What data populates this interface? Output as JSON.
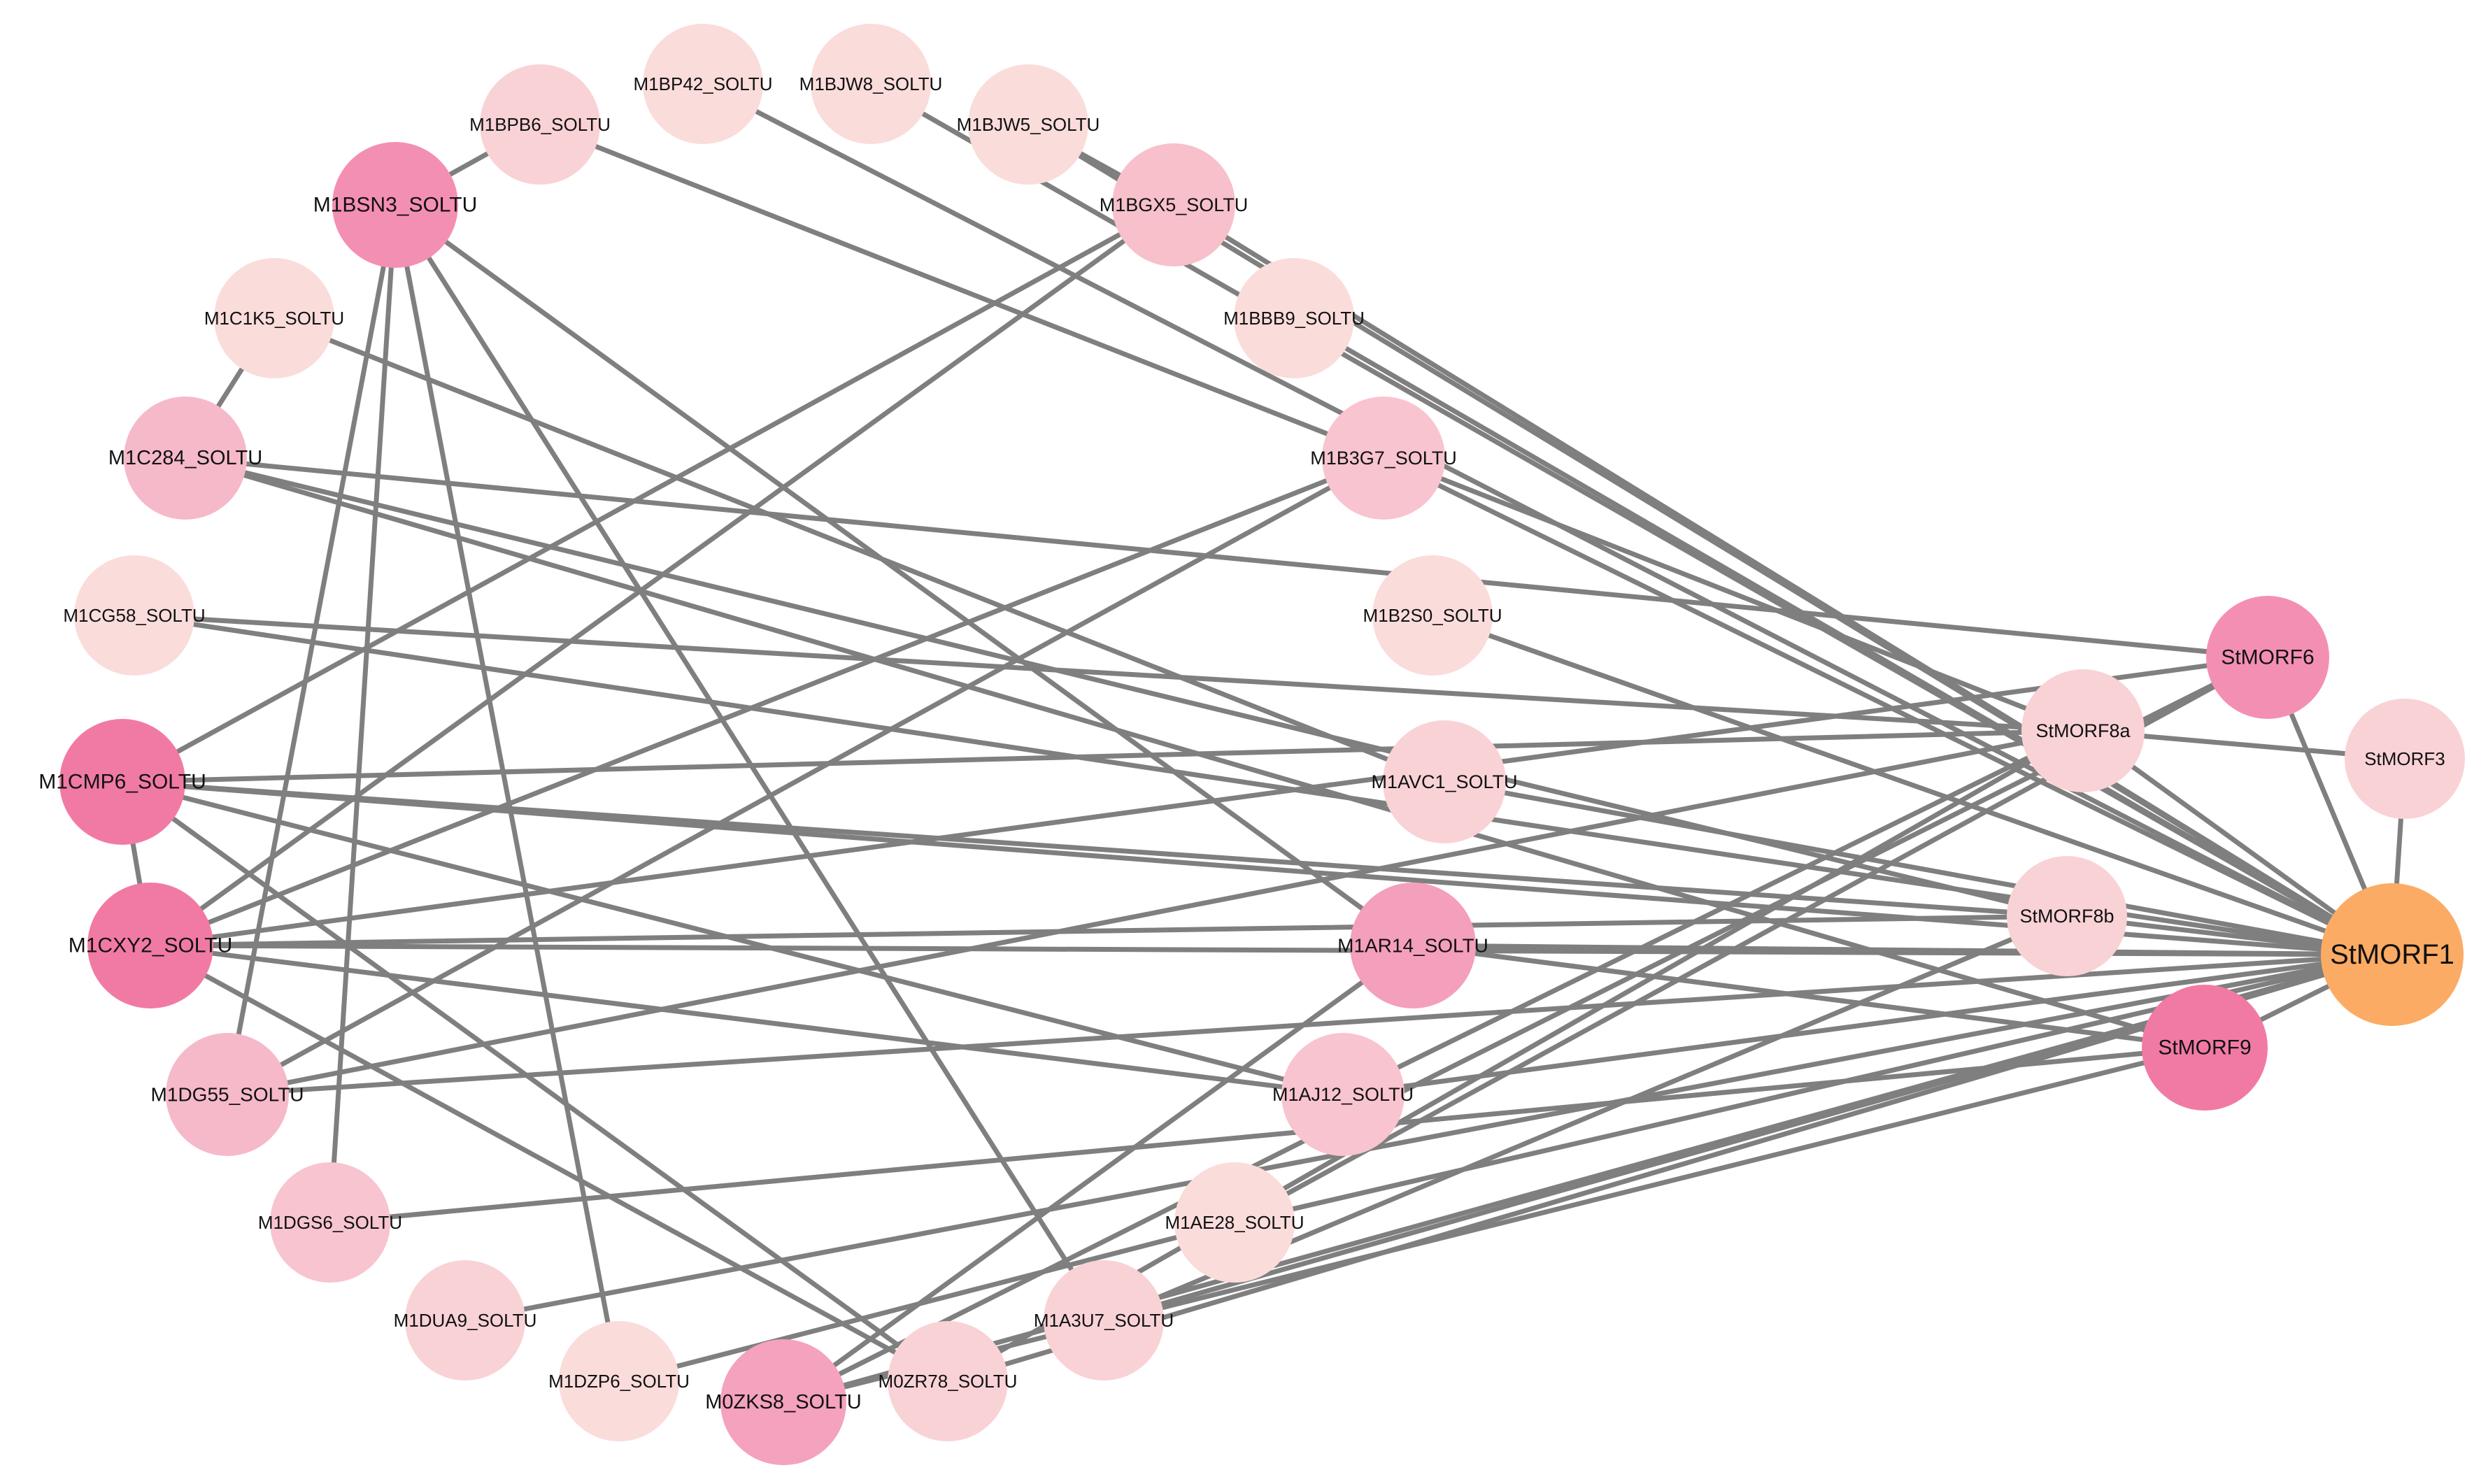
{
  "diagram": {
    "edge_color": "#7f7f7f",
    "nodes": [
      {
        "id": "M1BP42_SOLTU",
        "label": "M1BP42_SOLTU",
        "color": "#fadcdb"
      },
      {
        "id": "M1BJW8_SOLTU",
        "label": "M1BJW8_SOLTU",
        "color": "#fadcdb"
      },
      {
        "id": "M1BJW5_SOLTU",
        "label": "M1BJW5_SOLTU",
        "color": "#fadcdb"
      },
      {
        "id": "M1BGX5_SOLTU",
        "label": "M1BGX5_SOLTU",
        "color": "#f7c0cb"
      },
      {
        "id": "M1BBB9_SOLTU",
        "label": "M1BBB9_SOLTU",
        "color": "#fadcdb"
      },
      {
        "id": "M1B3G7_SOLTU",
        "label": "M1B3G7_SOLTU",
        "color": "#f8c4cf"
      },
      {
        "id": "M1B2S0_SOLTU",
        "label": "M1B2S0_SOLTU",
        "color": "#fadcdb"
      },
      {
        "id": "M1AVC1_SOLTU",
        "label": "M1AVC1_SOLTU",
        "color": "#f9d2d6"
      },
      {
        "id": "M1AR14_SOLTU",
        "label": "M1AR14_SOLTU",
        "color": "#f49fbb"
      },
      {
        "id": "M1AJ12_SOLTU",
        "label": "M1AJ12_SOLTU",
        "color": "#f8c4cf"
      },
      {
        "id": "M1AE28_SOLTU",
        "label": "M1AE28_SOLTU",
        "color": "#fadcdb"
      },
      {
        "id": "M1A3U7_SOLTU",
        "label": "M1A3U7_SOLTU",
        "color": "#f9d2d6"
      },
      {
        "id": "M0ZR78_SOLTU",
        "label": "M0ZR78_SOLTU",
        "color": "#f9d2d6"
      },
      {
        "id": "M0ZKS8_SOLTU",
        "label": "M0ZKS8_SOLTU",
        "color": "#f4a2bd"
      },
      {
        "id": "M1DZP6_SOLTU",
        "label": "M1DZP6_SOLTU",
        "color": "#fadcdb"
      },
      {
        "id": "M1DUA9_SOLTU",
        "label": "M1DUA9_SOLTU",
        "color": "#f9d2d6"
      },
      {
        "id": "M1DGS6_SOLTU",
        "label": "M1DGS6_SOLTU",
        "color": "#f8c4cf"
      },
      {
        "id": "M1DG55_SOLTU",
        "label": "M1DG55_SOLTU",
        "color": "#f6b9c9"
      },
      {
        "id": "M1CXY2_SOLTU",
        "label": "M1CXY2_SOLTU",
        "color": "#f17aa5"
      },
      {
        "id": "M1CMP6_SOLTU",
        "label": "M1CMP6_SOLTU",
        "color": "#f17aa5"
      },
      {
        "id": "M1CG58_SOLTU",
        "label": "M1CG58_SOLTU",
        "color": "#fadcdb"
      },
      {
        "id": "M1C284_SOLTU",
        "label": "M1C284_SOLTU",
        "color": "#f6b9c9"
      },
      {
        "id": "M1C1K5_SOLTU",
        "label": "M1C1K5_SOLTU",
        "color": "#fadcdb"
      },
      {
        "id": "M1BSN3_SOLTU",
        "label": "M1BSN3_SOLTU",
        "color": "#f48fb4"
      },
      {
        "id": "M1BPB6_SOLTU",
        "label": "M1BPB6_SOLTU",
        "color": "#f9d2d6"
      },
      {
        "id": "StMORF6",
        "label": "StMORF6",
        "color": "#f48fb4"
      },
      {
        "id": "StMORF8a",
        "label": "StMORF8a",
        "color": "#f9d2d6"
      },
      {
        "id": "StMORF3",
        "label": "StMORF3",
        "color": "#f9d2d6"
      },
      {
        "id": "StMORF8b",
        "label": "StMORF8b",
        "color": "#f9d2d6"
      },
      {
        "id": "StMORF9",
        "label": "StMORF9",
        "color": "#f17aa5"
      },
      {
        "id": "StMORF1",
        "label": "StMORF1",
        "color": "#fbab64"
      }
    ],
    "edges": [
      [
        "M1BSN3_SOLTU",
        "M1BPB6_SOLTU"
      ],
      [
        "M1BSN3_SOLTU",
        "M1DG55_SOLTU"
      ],
      [
        "M1BSN3_SOLTU",
        "M1DGS6_SOLTU"
      ],
      [
        "M1BSN3_SOLTU",
        "M1DZP6_SOLTU"
      ],
      [
        "M1BSN3_SOLTU",
        "M1A3U7_SOLTU"
      ],
      [
        "M1BSN3_SOLTU",
        "M1AR14_SOLTU"
      ],
      [
        "M1BPB6_SOLTU",
        "StMORF8a"
      ],
      [
        "M1BP42_SOLTU",
        "StMORF1"
      ],
      [
        "M1BJW8_SOLTU",
        "StMORF1"
      ],
      [
        "M1BJW5_SOLTU",
        "StMORF1"
      ],
      [
        "M1BJW5_SOLTU",
        "M1BGX5_SOLTU"
      ],
      [
        "M1BGX5_SOLTU",
        "StMORF1"
      ],
      [
        "M1BGX5_SOLTU",
        "M1CXY2_SOLTU"
      ],
      [
        "M1BGX5_SOLTU",
        "M1CMP6_SOLTU"
      ],
      [
        "M1BBB9_SOLTU",
        "StMORF1"
      ],
      [
        "M1B3G7_SOLTU",
        "StMORF1"
      ],
      [
        "M1B3G7_SOLTU",
        "M1CXY2_SOLTU"
      ],
      [
        "M1B3G7_SOLTU",
        "M1DG55_SOLTU"
      ],
      [
        "M1B2S0_SOLTU",
        "StMORF1"
      ],
      [
        "M1AVC1_SOLTU",
        "M1C1K5_SOLTU"
      ],
      [
        "M1AVC1_SOLTU",
        "StMORF1"
      ],
      [
        "M1C284_SOLTU",
        "M1C1K5_SOLTU"
      ],
      [
        "M1C284_SOLTU",
        "StMORF6"
      ],
      [
        "M1C284_SOLTU",
        "StMORF8b"
      ],
      [
        "M1C284_SOLTU",
        "StMORF9"
      ],
      [
        "M1CG58_SOLTU",
        "StMORF8a"
      ],
      [
        "M1CG58_SOLTU",
        "StMORF1"
      ],
      [
        "M1CMP6_SOLTU",
        "M1CXY2_SOLTU"
      ],
      [
        "M1CMP6_SOLTU",
        "StMORF8a"
      ],
      [
        "M1CMP6_SOLTU",
        "StMORF8b"
      ],
      [
        "M1CMP6_SOLTU",
        "StMORF1"
      ],
      [
        "M1CMP6_SOLTU",
        "M1AJ12_SOLTU"
      ],
      [
        "M1CMP6_SOLTU",
        "M0ZR78_SOLTU"
      ],
      [
        "M1CXY2_SOLTU",
        "StMORF1"
      ],
      [
        "M1CXY2_SOLTU",
        "StMORF8b"
      ],
      [
        "M1CXY2_SOLTU",
        "StMORF6"
      ],
      [
        "M1CXY2_SOLTU",
        "M1AJ12_SOLTU"
      ],
      [
        "M1CXY2_SOLTU",
        "M0ZR78_SOLTU"
      ],
      [
        "M1DG55_SOLTU",
        "StMORF8a"
      ],
      [
        "M1DG55_SOLTU",
        "StMORF1"
      ],
      [
        "M1DGS6_SOLTU",
        "StMORF9"
      ],
      [
        "M1DUA9_SOLTU",
        "StMORF1"
      ],
      [
        "M1DZP6_SOLTU",
        "M1AE28_SOLTU"
      ],
      [
        "M0ZKS8_SOLTU",
        "StMORF6"
      ],
      [
        "M0ZKS8_SOLTU",
        "StMORF1"
      ],
      [
        "M0ZKS8_SOLTU",
        "StMORF9"
      ],
      [
        "M0ZKS8_SOLTU",
        "M1AR14_SOLTU"
      ],
      [
        "M0ZR78_SOLTU",
        "StMORF1"
      ],
      [
        "M0ZR78_SOLTU",
        "StMORF8a"
      ],
      [
        "M1A3U7_SOLTU",
        "StMORF1"
      ],
      [
        "M1A3U7_SOLTU",
        "StMORF8b"
      ],
      [
        "M1AE28_SOLTU",
        "StMORF1"
      ],
      [
        "M1AE28_SOLTU",
        "StMORF6"
      ],
      [
        "M1AJ12_SOLTU",
        "StMORF1"
      ],
      [
        "M1AJ12_SOLTU",
        "StMORF8a"
      ],
      [
        "M1AR14_SOLTU",
        "StMORF1"
      ],
      [
        "M1AR14_SOLTU",
        "StMORF9"
      ],
      [
        "StMORF6",
        "StMORF1"
      ],
      [
        "StMORF8a",
        "StMORF1"
      ],
      [
        "StMORF8a",
        "StMORF3"
      ],
      [
        "StMORF3",
        "StMORF1"
      ],
      [
        "StMORF8b",
        "StMORF1"
      ],
      [
        "StMORF9",
        "StMORF1"
      ]
    ]
  }
}
